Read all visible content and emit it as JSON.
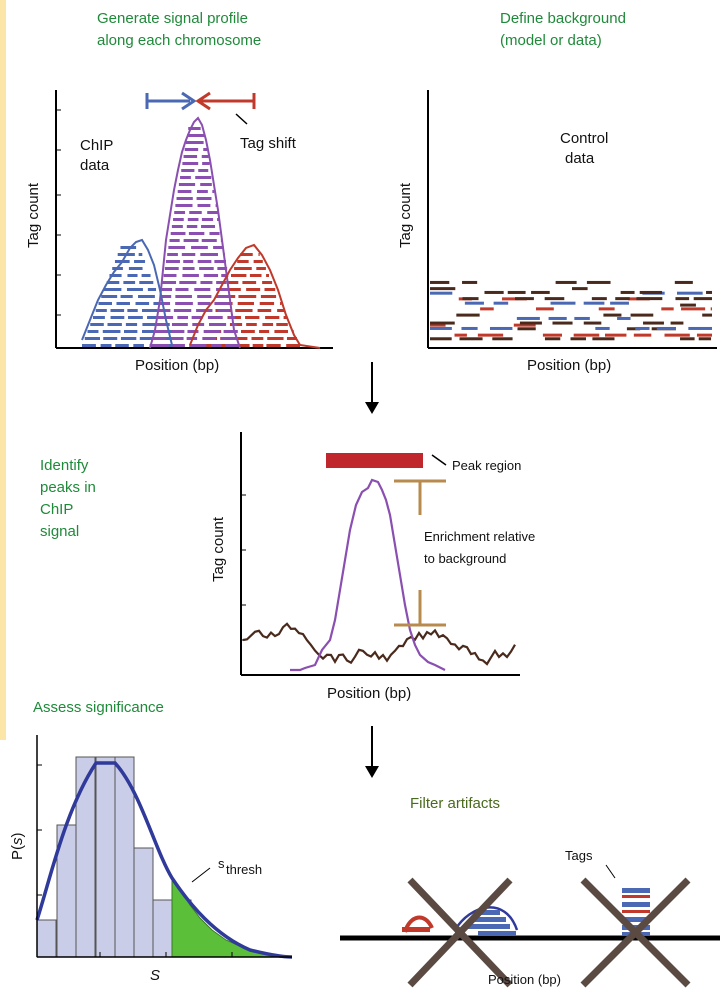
{
  "steps": {
    "generate_line1": "Generate signal profile",
    "generate_line2": "along each chromosome",
    "background_line1": "Define background",
    "background_line2": "(model or data)",
    "identify_line1": "Identify",
    "identify_line2": "peaks in",
    "identify_line3": "ChIP",
    "identify_line4": "signal",
    "assess": "Assess significance",
    "filter": "Filter artifacts"
  },
  "panel_chip": {
    "label_line1": "ChIP",
    "label_line2": "data",
    "tag_shift": "Tag shift",
    "ylabel": "Tag count",
    "xlabel": "Position (bp)"
  },
  "panel_control": {
    "label_line1": "Control",
    "label_line2": "data",
    "ylabel": "Tag count",
    "xlabel": "Position (bp)"
  },
  "panel_peak": {
    "peak_region": "Peak region",
    "enrich_line1": "Enrichment relative",
    "enrich_line2": "to background",
    "ylabel": "Tag count",
    "xlabel": "Position (bp)"
  },
  "panel_significance": {
    "ylabel_p": "P(",
    "ylabel_s": "s",
    "ylabel_close": ")",
    "xlabel": "S",
    "thresh_s": "s",
    "thresh_sub": "thresh"
  },
  "panel_filter": {
    "tags": "Tags",
    "xlabel": "Position (bp)"
  },
  "colors": {
    "blue": "#4a68b3",
    "red": "#c0392b",
    "purple": "#8a4fb0",
    "brown": "#4a2a1c",
    "tan": "#b98a4e",
    "green_fill": "#5cbf3a",
    "hist_fill": "#c9cde8",
    "curve": "#2f3a9a"
  }
}
